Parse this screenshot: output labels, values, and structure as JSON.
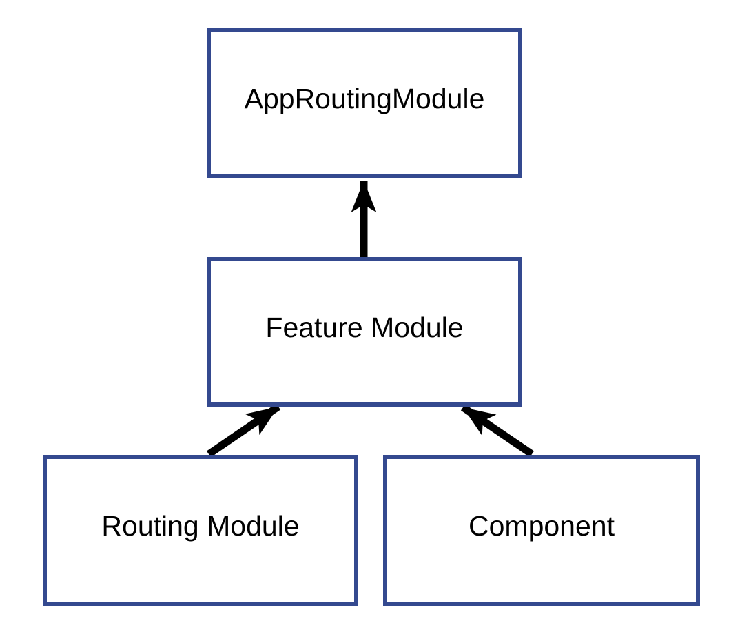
{
  "diagram": {
    "title": "module dependency diagram",
    "background_color": "#ffffff",
    "box_border_color": "#34498f",
    "box_fill_color": "#ffffff",
    "text_color": "#000000",
    "arrow_color": "#000000",
    "nodes": [
      {
        "id": "app-routing-module",
        "label": "AppRoutingModule"
      },
      {
        "id": "feature-module",
        "label": "Feature Module"
      },
      {
        "id": "routing-module",
        "label": "Routing Module"
      },
      {
        "id": "component",
        "label": "Component"
      }
    ],
    "edges": [
      {
        "from": "feature-module",
        "to": "app-routing-module",
        "direction": "up"
      },
      {
        "from": "routing-module",
        "to": "feature-module",
        "direction": "up-right"
      },
      {
        "from": "component",
        "to": "feature-module",
        "direction": "up-left"
      }
    ]
  }
}
